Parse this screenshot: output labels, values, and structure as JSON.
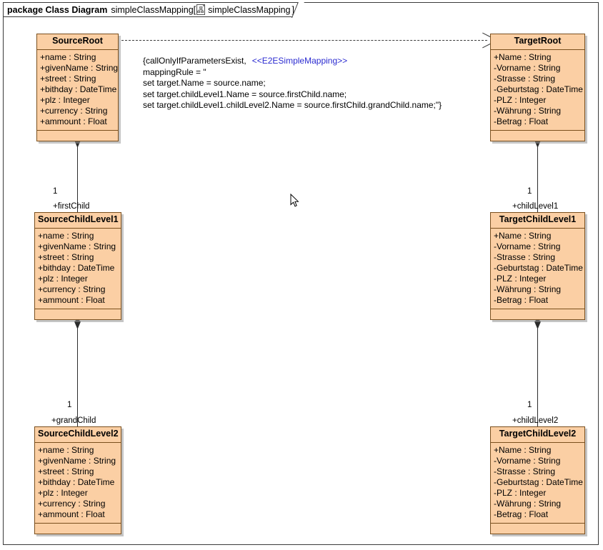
{
  "frame": {
    "keyword": "package Class Diagram",
    "package_name": "simpleClassMapping[",
    "icon": "diagram-icon",
    "diagram_name": "simpleClassMapping",
    "close_bracket": "]"
  },
  "note": {
    "line1_constraint": "{callOnlyIfParametersExist,",
    "line1_stereotype": "<<E2ESimpleMapping>>",
    "line2": "mappingRule = \"",
    "line3": "set target.Name = source.name;",
    "line4": "set target.childLevel1.Name = source.firstChild.name;",
    "line5": "set target.childLevel1.childLevel2.Name = source.firstChild.grandChild.name;\"}",
    "stereotype_color": "#2a2ad0"
  },
  "classes": [
    {
      "id": "source-root",
      "name": "SourceRoot",
      "attributes": [
        "+name : String",
        "+givenName : String",
        "+street : String",
        "+bithday : DateTime",
        "+plz : Integer",
        "+currency : String",
        "+ammount : Float"
      ]
    },
    {
      "id": "target-root",
      "name": "TargetRoot",
      "attributes": [
        "+Name : String",
        "-Vorname : String",
        "-Strasse : String",
        "-Geburtstag : DateTime",
        "-PLZ : Integer",
        "-Währung : String",
        "-Betrag : Float"
      ]
    },
    {
      "id": "source-child-level-1",
      "name": "SourceChildLevel1",
      "attributes": [
        "+name : String",
        "+givenName : String",
        "+street : String",
        "+bithday : DateTime",
        "+plz : Integer",
        "+currency : String",
        "+ammount : Float"
      ]
    },
    {
      "id": "target-child-level-1",
      "name": "TargetChildLevel1",
      "attributes": [
        "+Name : String",
        "-Vorname : String",
        "-Strasse : String",
        "-Geburtstag : DateTime",
        "-PLZ : Integer",
        "-Währung : String",
        "-Betrag : Float"
      ]
    },
    {
      "id": "source-child-level-2",
      "name": "SourceChildLevel2",
      "attributes": [
        "+name : String",
        "+givenName : String",
        "+street : String",
        "+bithday : DateTime",
        "+plz : Integer",
        "+currency : String",
        "+ammount : Float"
      ]
    },
    {
      "id": "target-child-level-2",
      "name": "TargetChildLevel2",
      "attributes": [
        "+Name : String",
        "-Vorname : String",
        "-Strasse : String",
        "-Geburtstag : DateTime",
        "-PLZ : Integer",
        "-Währung : String",
        "-Betrag : Float"
      ]
    }
  ],
  "associations": [
    {
      "id": "assoc-source-first-child",
      "multiplicity": "1",
      "role": "+firstChild"
    },
    {
      "id": "assoc-target-child-level-1",
      "multiplicity": "1",
      "role": "+childLevel1"
    },
    {
      "id": "assoc-source-grand-child",
      "multiplicity": "1",
      "role": "+grandChild"
    },
    {
      "id": "assoc-target-child-level-2",
      "multiplicity": "1",
      "role": "+childLevel2"
    }
  ],
  "colors": {
    "class_fill": "#FBCFA4",
    "class_border": "#7a4f1d",
    "connector": "#2b2b2b",
    "stereotype": "#2a2ad0",
    "frame_border": "#3a3a3a"
  }
}
